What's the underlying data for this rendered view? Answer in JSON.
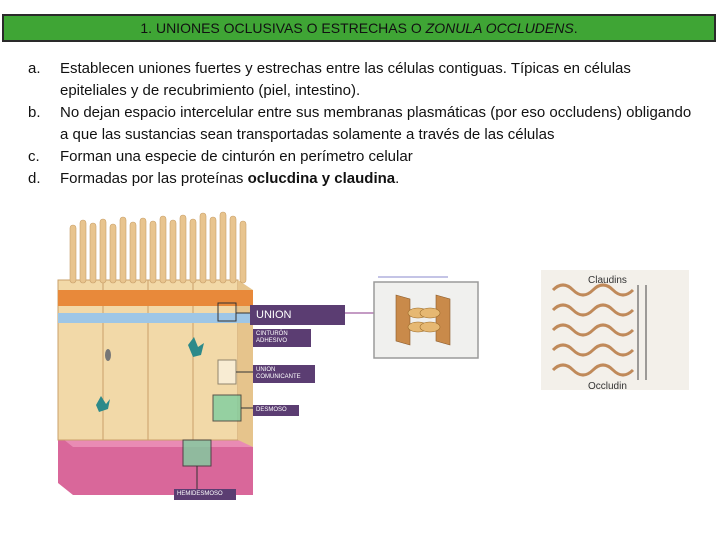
{
  "title": {
    "prefix": "1. UNIONES OCLUSIVAS O ESTRECHAS O ",
    "italic": "ZONULA OCCLUDENS",
    "suffix": "."
  },
  "points": [
    {
      "marker": "a.",
      "text": "Establecen uniones  fuertes y estrechas entre las células contiguas. Típicas en células epiteliales y de recubrimiento (piel, intestino)."
    },
    {
      "marker": "b.",
      "text": "No dejan espacio intercelular entre sus membranas plasmáticas (por eso occludens) obligando a que las sustancias sean transportadas solamente a través de las células"
    },
    {
      "marker": "c.",
      "text": "Forman una especie de cinturón en perímetro celular"
    },
    {
      "marker": "d.",
      "text_before": "Formadas por las proteínas ",
      "bold_text": "oclucdina y claudina",
      "text_after": "."
    }
  ],
  "figure": {
    "labels": {
      "union": "UNION",
      "cinturon": "CINTURÓN ADHESIVO",
      "union_comunicante": "UNION COMUNICANTE",
      "desmoso": "DESMOSO",
      "hemidesmoso": "HEMIDESMOSO"
    },
    "protein_labels": {
      "claudins": "Claudins",
      "occludin": "Occludin"
    },
    "colors": {
      "title_bar": "#3fa535",
      "label_bg": "#5b3d72",
      "cell": "#f2d9a8",
      "microvilli": "#e8c48e",
      "junction_orange": "#e8893a",
      "junction_blue": "#9ec6e6",
      "basal": "#d9679a"
    }
  }
}
